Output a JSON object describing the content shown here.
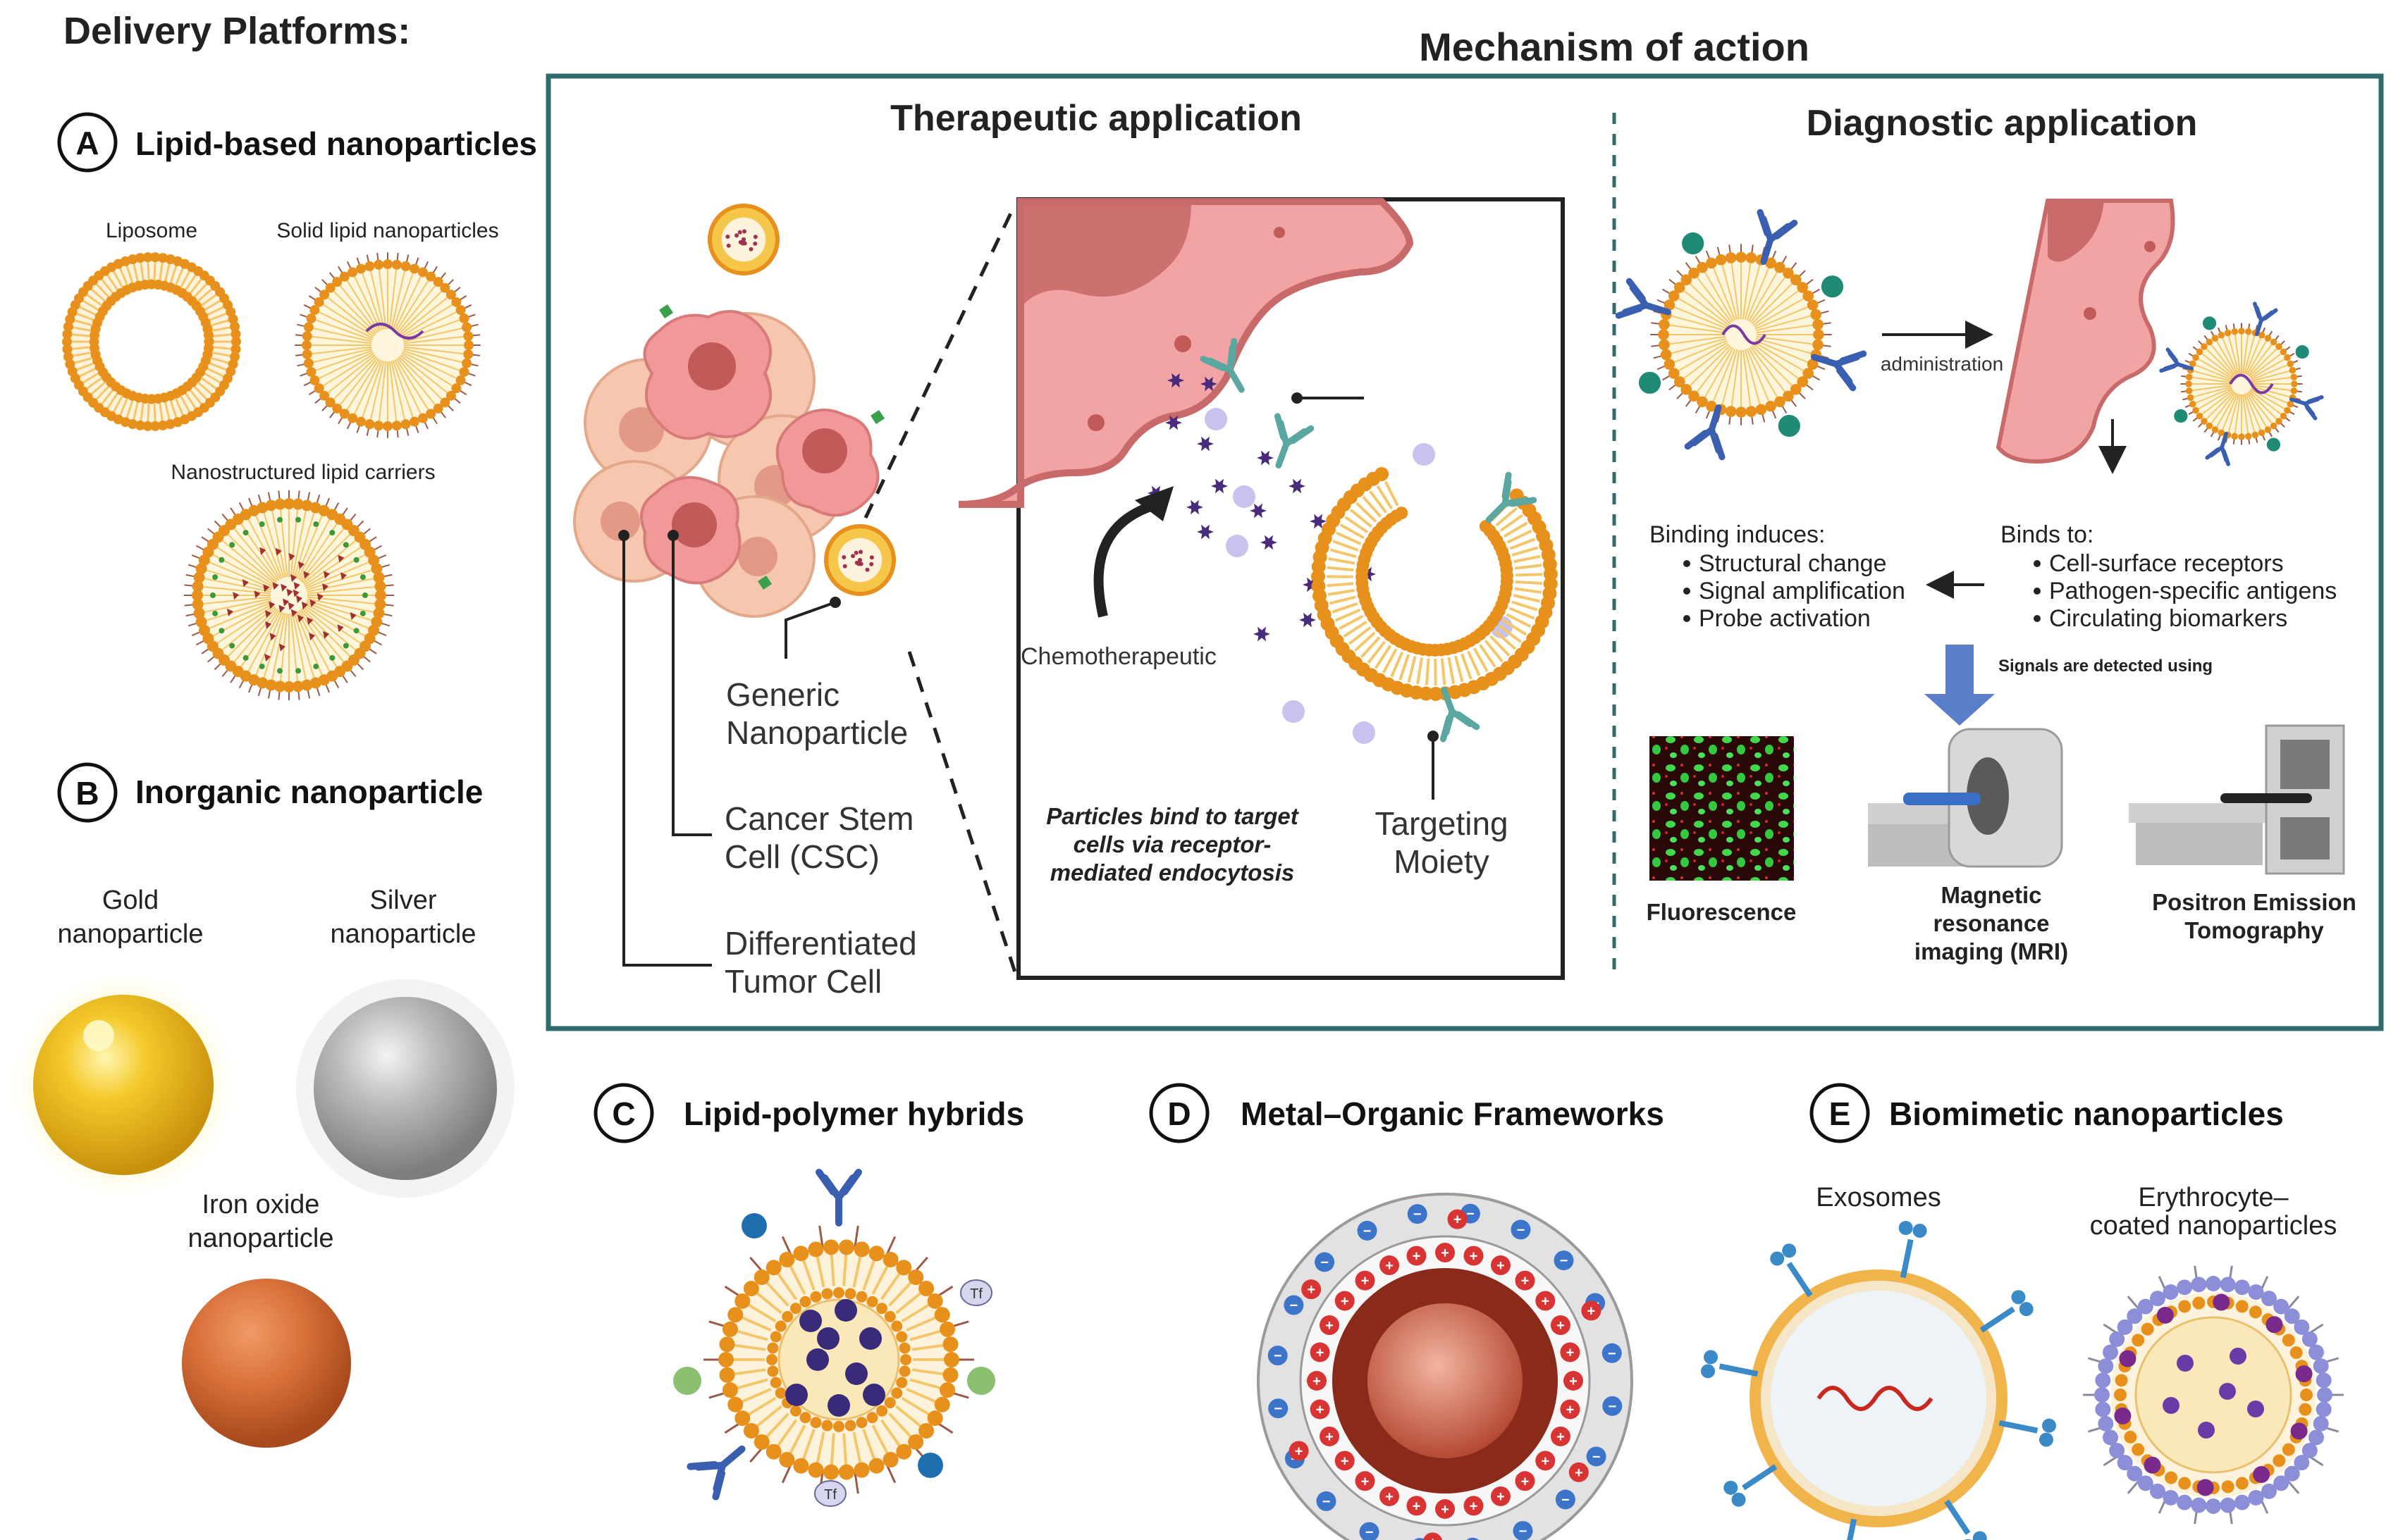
{
  "header": {
    "platforms_title": "Delivery Platforms:",
    "mechanism_title": "Mechanism of action"
  },
  "section_a": {
    "letter": "A",
    "title": "Lipid-based nanoparticles",
    "liposome": "Liposome",
    "sln": "Solid lipid nanoparticles",
    "nlc": "Nanostructured lipid carriers"
  },
  "section_b": {
    "letter": "B",
    "title": "Inorganic nanoparticle",
    "gold": [
      "Gold",
      "nanoparticle"
    ],
    "silver": [
      "Silver",
      "nanoparticle"
    ],
    "iron": [
      "Iron oxide",
      "nanoparticle"
    ]
  },
  "therapeutic": {
    "title": "Therapeutic application",
    "generic": [
      "Generic",
      "Nanoparticle"
    ],
    "csc": [
      "Cancer Stem",
      "Cell (CSC)"
    ],
    "dtc": [
      "Differentiated",
      "Tumor Cell"
    ],
    "chemo": "Chemotherapeutic",
    "caption": [
      "Particles bind to target",
      "cells via receptor-",
      "mediated  endocytosis"
    ],
    "targeting": [
      "Targeting",
      "Moiety"
    ]
  },
  "diagnostic": {
    "title": "Diagnostic application",
    "administration": "administration",
    "binding_induces": "Binding induces:",
    "induces_items": [
      "Structural change",
      "Signal amplification",
      "Probe activation"
    ],
    "binds_to": "Binds to:",
    "binds_items": [
      "Cell-surface receptors",
      "Pathogen-specific antigens",
      "Circulating biomarkers"
    ],
    "signals": "Signals are detected using",
    "fluorescence": "Fluorescence",
    "mri": [
      "Magnetic",
      "resonance",
      "imaging (MRI)"
    ],
    "pet": [
      "Positron Emission",
      "Tomography"
    ]
  },
  "section_c": {
    "letter": "C",
    "title": "Lipid-polymer hybrids",
    "tag": "Tf"
  },
  "section_d": {
    "letter": "D",
    "title": "Metal–Organic Frameworks"
  },
  "section_e": {
    "letter": "E",
    "title": "Biomimetic nanoparticles",
    "exosomes": "Exosomes",
    "erythrocyte": [
      "Erythrocyte–",
      "coated nanoparticles"
    ]
  },
  "colors": {
    "frame": "#2f6b6b",
    "lipid_head": "#e8901c",
    "lipid_tail": "#f3c66a",
    "cell_pink": "#f2a3a3",
    "cell_dark": "#c86a6a",
    "gold": "#f0c21a",
    "silver": "#b8b8b8",
    "iron": "#d8703a",
    "drug": "#4a2a7a",
    "mri_arrow": "#5b7ec8"
  }
}
